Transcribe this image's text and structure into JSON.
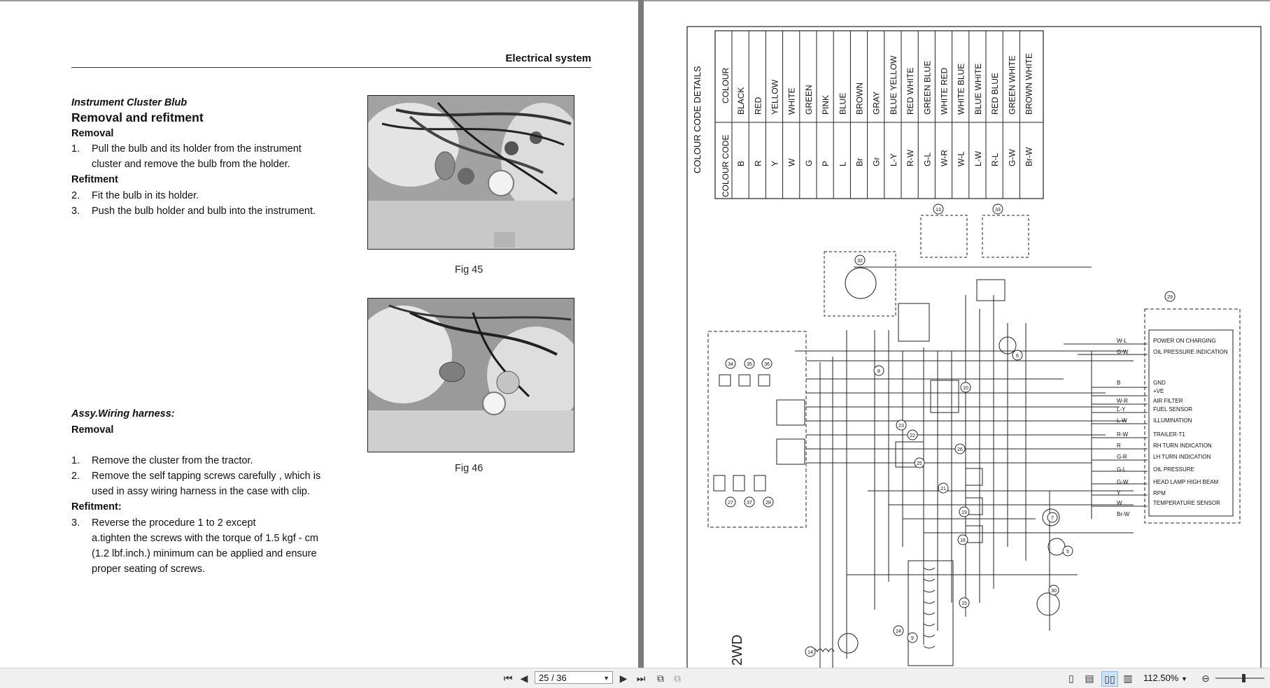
{
  "header": {
    "title": "Electrical system"
  },
  "section1": {
    "kicker": "Instrument Cluster Blub",
    "title": "Removal and refitment",
    "removal_label": "Removal",
    "step1_num": "1.",
    "step1_line1": "Pull the bulb and its holder from the instrument",
    "step1_line2": "cluster  and remove the bulb from the holder.",
    "refitment_label": "Refitment",
    "step2_num": "2.",
    "step2": "Fit the bulb in its holder.",
    "step3_num": "3.",
    "step3": "Push the bulb holder and bulb into the instrument."
  },
  "section2": {
    "kicker": "Assy.Wiring harness:",
    "removal_label": "Removal",
    "step1_num": "1.",
    "step1": "Remove  the cluster from the tractor.",
    "step2_num": "2.",
    "step2_line1": "Remove the self tapping screws carefully , which is",
    "step2_line2": "used in assy wiring harness in the case with clip.",
    "refitment_label": "Refitment:",
    "step3_num": "3.",
    "step3_line1": "Reverse the procedure 1 to 2 except",
    "step3_line2": "a.tighten the screws with the torque of 1.5 kgf - cm",
    "step3_line3": "(1.2 lbf.inch.) minimum can be applied and ensure",
    "step3_line4": "proper seating of screws."
  },
  "figures": {
    "fig45": "Fig 45",
    "fig46": "Fig 46"
  },
  "colour_table": {
    "title": "COLOUR  CODE  DETAILS",
    "col_colour": "COLOUR",
    "col_code": "COLOUR  CODE",
    "rows": [
      {
        "colour": "BLACK",
        "code": "B"
      },
      {
        "colour": "RED",
        "code": "R"
      },
      {
        "colour": "YELLOW",
        "code": "Y"
      },
      {
        "colour": "WHITE",
        "code": "W"
      },
      {
        "colour": "GREEN",
        "code": "G"
      },
      {
        "colour": "PINK",
        "code": "P"
      },
      {
        "colour": "BLUE",
        "code": "L"
      },
      {
        "colour": "BROWN",
        "code": "Br"
      },
      {
        "colour": "GRAY",
        "code": "Gr"
      },
      {
        "colour": "BLUE  YELLOW",
        "code": "L-Y"
      },
      {
        "colour": "RED  WHITE",
        "code": "R-W"
      },
      {
        "colour": "GREEN  BLUE",
        "code": "G-L"
      },
      {
        "colour": "WHITE  RED",
        "code": "W-R"
      },
      {
        "colour": "WHITE  BLUE",
        "code": "W-L"
      },
      {
        "colour": "BLUE  WHITE",
        "code": "L-W"
      },
      {
        "colour": "RED  BLUE",
        "code": "R-L"
      },
      {
        "colour": "GREEN  WHITE",
        "code": "G-W"
      },
      {
        "colour": "BROWN  WHITE",
        "code": "Br-W"
      }
    ]
  },
  "diagram": {
    "cluster_labels": [
      {
        "wire": "W-L",
        "label": "POWER  ON  CHARGING"
      },
      {
        "wire": "G-W",
        "label": "OIL  PRESSURE  INDICATION"
      },
      {
        "wire": "B",
        "label": "GND"
      },
      {
        "wire": "",
        "label": "+VE"
      },
      {
        "wire": "W-R",
        "label": "AIR  FILTER"
      },
      {
        "wire": "L-Y",
        "label": "FUEL  SENSOR"
      },
      {
        "wire": "L-W",
        "label": "ILLUMINATION"
      },
      {
        "wire": "R-W",
        "label": "TRAILER-T1"
      },
      {
        "wire": "R",
        "label": "RH  TURN  INDICATION"
      },
      {
        "wire": "G-R",
        "label": "LH  TURN  INDICATION"
      },
      {
        "wire": "G-L",
        "label": "OIL  PRESSURE"
      },
      {
        "wire": "G-W",
        "label": "HEAD  LAMP  HIGH  BEAM"
      },
      {
        "wire": "Y",
        "label": "RPM"
      },
      {
        "wire": "W",
        "label": "TEMPERATURE  SENSOR"
      },
      {
        "wire": "Br-W",
        "label": ""
      }
    ],
    "callouts": [
      "13",
      "14",
      "32",
      "33",
      "34",
      "35",
      "36",
      "37",
      "27",
      "28",
      "29",
      "30",
      "5",
      "6",
      "7",
      "8",
      "9",
      "10",
      "15",
      "16",
      "19",
      "21",
      "22",
      "23",
      "24",
      "25",
      "26"
    ],
    "drive_label": "2WD"
  },
  "toolbar": {
    "page_indicator": "25 / 36",
    "zoom": "112.50%"
  }
}
